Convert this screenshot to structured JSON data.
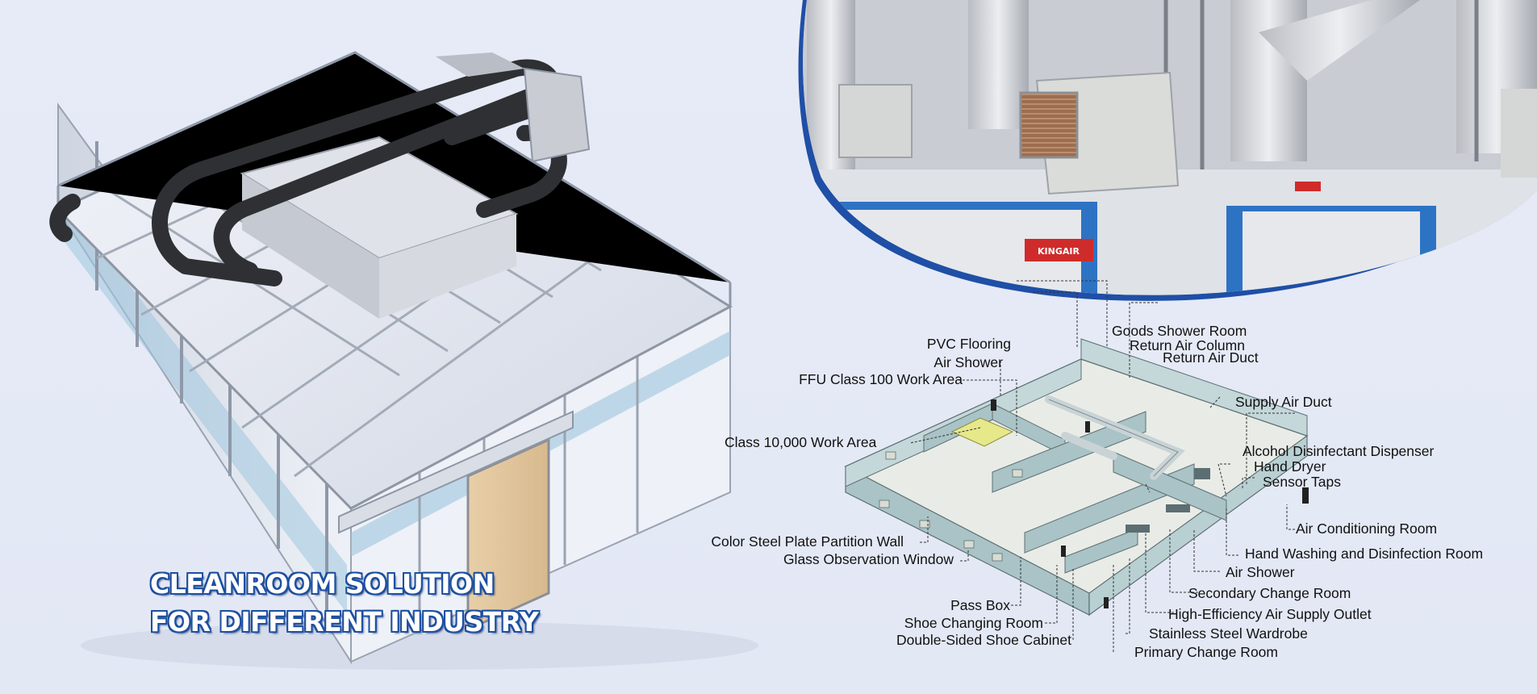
{
  "headline": {
    "line1": "CLEANROOM SOLUTION",
    "line2": "FOR DIFFERENT INDUSTRY"
  },
  "photo": {
    "equipment_brand": "KINGAIR"
  },
  "diagram_labels": {
    "goods_shower_room": "Goods Shower Room",
    "pvc_flooring": "PVC Flooring",
    "return_air_column": "Return Air Column",
    "air_shower_top": "Air Shower",
    "return_air_duct": "Return Air Duct",
    "ffu_work_area": "FFU Class 100 Work Area",
    "supply_air_duct": "Supply Air Duct",
    "class_10000": "Class 10,000 Work Area",
    "alcohol_dispenser": "Alcohol Disinfectant Dispenser",
    "hand_dryer": "Hand Dryer",
    "sensor_taps": "Sensor Taps",
    "air_conditioning_room": "Air Conditioning Room",
    "partition_wall": "Color Steel Plate Partition Wall",
    "hand_washing_room": "Hand Washing and Disinfection Room",
    "observation_window": "Glass Observation Window",
    "air_shower_bottom": "Air Shower",
    "secondary_change_room": "Secondary Change Room",
    "pass_box": "Pass Box",
    "air_supply_outlet": "High-Efficiency Air Supply Outlet",
    "shoe_changing_room": "Shoe Changing Room",
    "stainless_wardrobe": "Stainless Steel Wardrobe",
    "shoe_cabinet": "Double-Sided Shoe Cabinet",
    "primary_change_room": "Primary Change Room"
  },
  "colors": {
    "background": "#e5e9f6",
    "headline_outline": "#1d4fa0",
    "arc_accent": "#1f4fa6",
    "diagram_wall": "#a9c3c6",
    "diagram_floor": "#e9ece6",
    "ffu_highlight": "#e6e88a"
  },
  "icons": {
    "cleanroom_render": "cleanroom-3d-render",
    "photo": "air-handling-units-photo",
    "diagram": "cleanroom-layout-diagram"
  }
}
